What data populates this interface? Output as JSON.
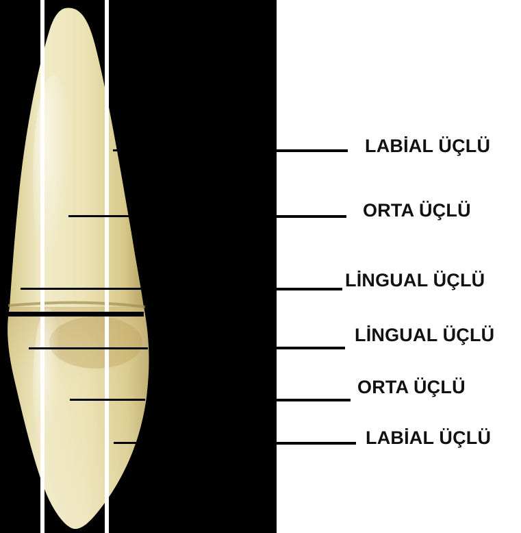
{
  "labels": [
    "LABİAL ÜÇLÜ",
    "ORTA ÜÇLÜ",
    "LİNGUAL ÜÇLÜ",
    "LİNGUAL ÜÇLÜ",
    "ORTA ÜÇLÜ",
    "LABİAL ÜÇLÜ"
  ],
  "colors": {
    "photo_background": "#000000",
    "tooth_light": "#f2edcc",
    "tooth_mid": "#e2d8a4",
    "tooth_shadow": "#c7b477",
    "guide_lines": "#ffffff",
    "pointer_lines": "#000000"
  }
}
